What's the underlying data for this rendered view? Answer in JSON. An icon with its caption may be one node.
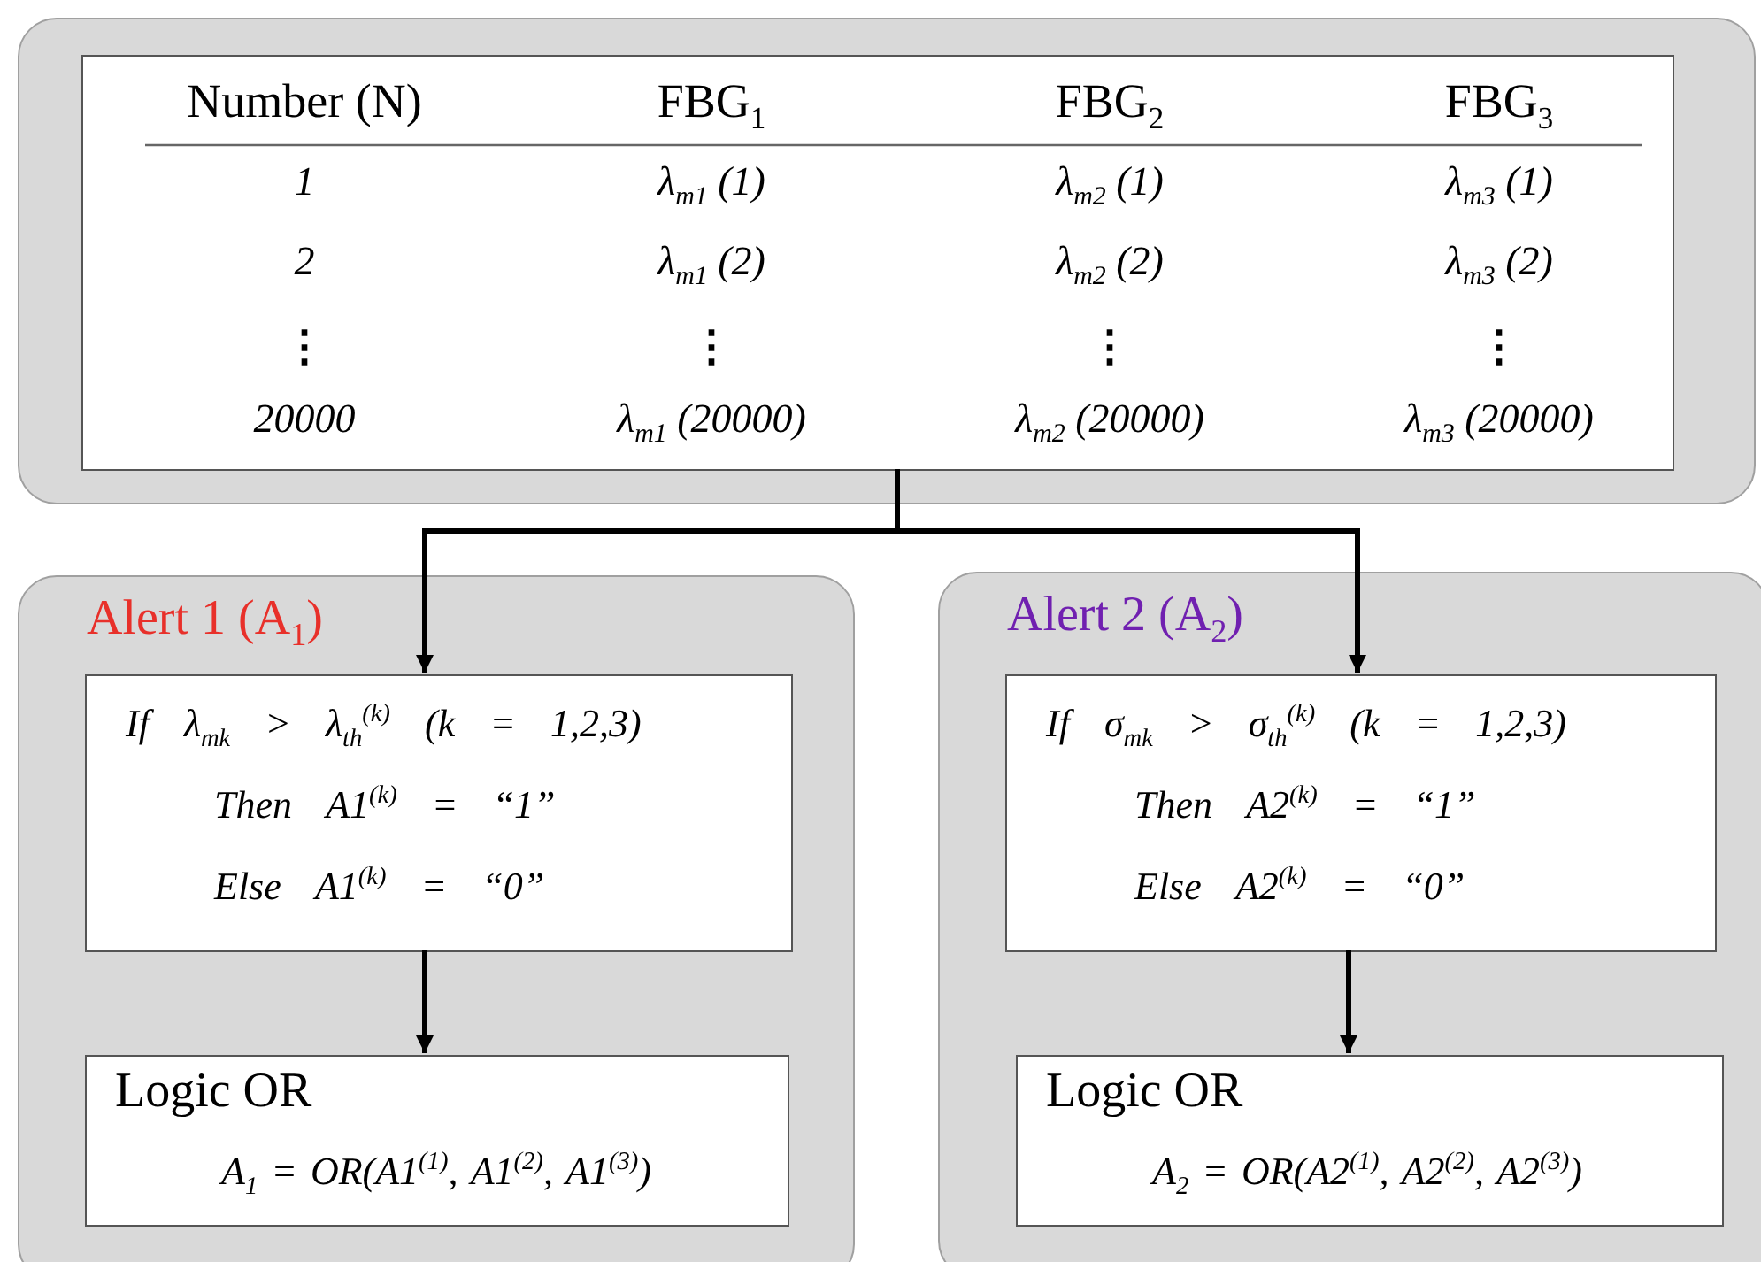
{
  "diagram": {
    "nodes": [
      {
        "text": [],
        "shape": "box"
      },
      {
        "text": [],
        "shape": "box",
        "in": 0
      },
      {
        "text": [
          "Alert 1 (A$_{1}$)"
        ]
      },
      {
        "text": [
          "If λ$_{mk}$ > λ$_{th}$$^{(k)}$ (k = 1,2,3)",
          "Then A1$^{(k)}$ = “1”",
          "Else A1$^{(k)}$ = “0”"
        ],
        "in": 2
      },
      {
        "text": [
          "Logic OR",
          "A$_{1}$ = OR(A1$^{(1)}$, A1$^{(2)}$, A1$^{(3)}$)"
        ],
        "in": 2
      },
      {
        "text": [
          "Alert 2 (A$_{2}$)"
        ]
      },
      {
        "text": [
          "If σ$_{mk}$ > σ$_{th}$$^{(k)}$ (k = 1,2,3)",
          "Then A2$^{(k)}$ = “1”",
          "Else A2$^{(k)}$ = “0”"
        ],
        "in": 5
      },
      {
        "text": [
          "Logic OR",
          "A$_{2}$ = OR(A2$^{(1)}$, A2$^{(2)}$, A2$^{(3)}$)"
        ],
        "in": 5
      }
    ],
    "edges": [
      {
        "from": 1,
        "to": 3,
        "arrow": "to"
      },
      {
        "from": 1,
        "to": 6,
        "arrow": "to"
      },
      {
        "from": 3,
        "to": 4,
        "arrow": "to"
      },
      {
        "from": 6,
        "to": 7,
        "arrow": "to"
      }
    ],
    "labels": [
      "Number (N)",
      "FBG$_{1}$",
      "FBG$_{2}$",
      "FBG$_{3}$",
      "1",
      "λ$_{m1}$ (1)",
      "λ$_{m2}$ (1)",
      "λ$_{m3}$ (1)",
      "2",
      "λ$_{m1}$ (2)",
      "λ$_{m2}$ (2)",
      "λ$_{m3}$ (2)",
      "⋮",
      "⋮",
      "⋮",
      "⋮",
      "20000",
      "λ$_{m1}$ (20000)",
      "λ$_{m2}$ (20000)",
      "λ$_{m3}$ (20000)"
    ]
  }
}
